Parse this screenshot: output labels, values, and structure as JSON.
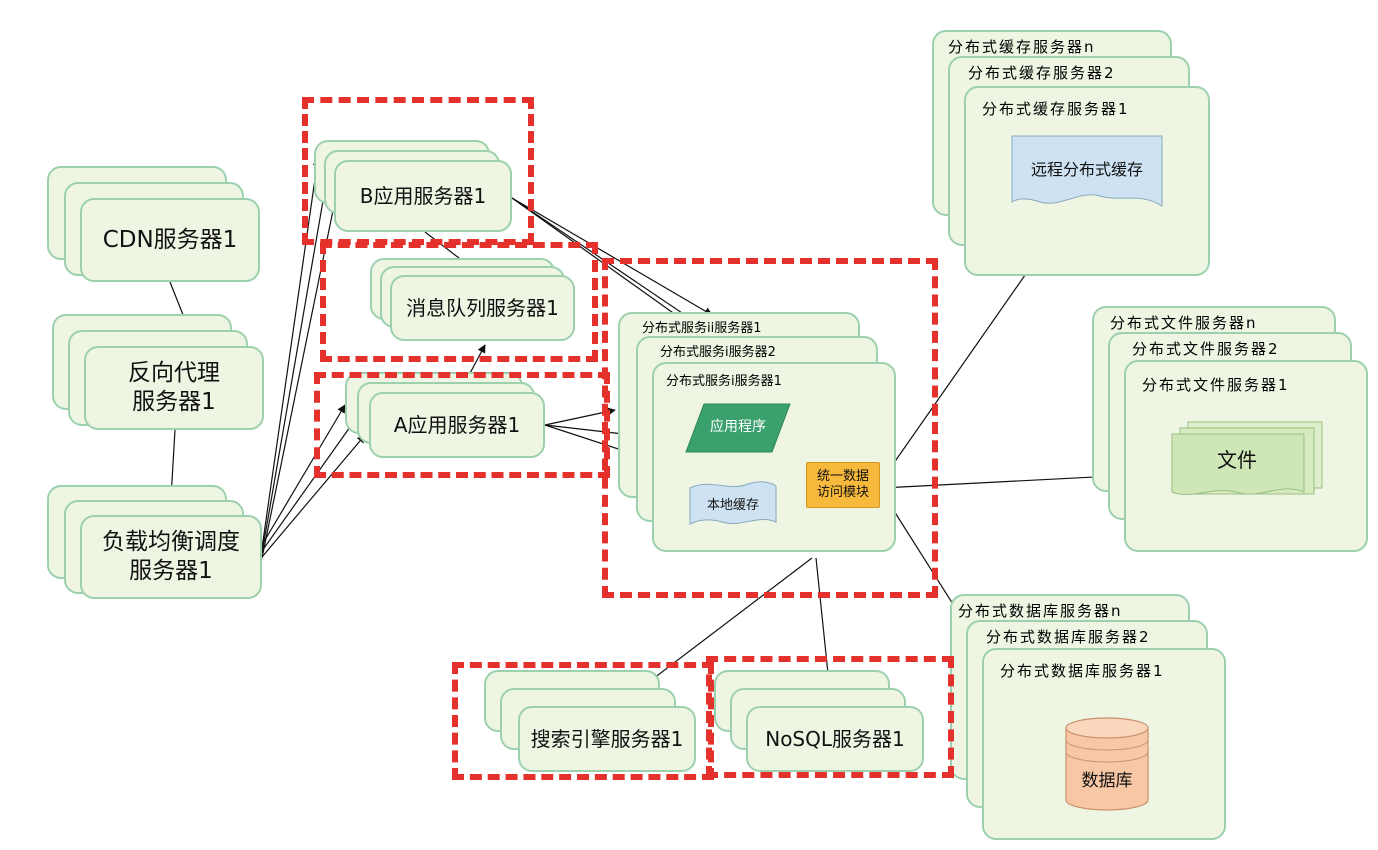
{
  "colors": {
    "box_fill": "#eef6e3",
    "box_border": "#9dd1ae",
    "dashed_red": "#e4312b",
    "app_program": "#3aa06d",
    "local_cache": "#cfe2f3",
    "data_module": "#f6b93b",
    "database": "#f8c7a5",
    "file": "#cfe7b7"
  },
  "nodes": {
    "cdn": "CDN服务器1",
    "reverse_proxy_l1": "反向代理",
    "reverse_proxy_l2": "服务器1",
    "load_balancer_l1": "负载均衡调度",
    "load_balancer_l2": "服务器1",
    "b_app": "B应用服务器1",
    "mq": "消息队列服务器1",
    "a_app": "A应用服务器1",
    "dist_ii": "分布式服务ii服务器1",
    "dist_i2": "分布式服务i服务器2",
    "dist_i1": "分布式服务i服务器1",
    "app_program": "应用程序",
    "local_cache": "本地缓存",
    "data_module_l1": "统一数据",
    "data_module_l2": "访问模块",
    "cache_n": "分布式缓存服务器n",
    "cache_2": "分布式缓存服务器2",
    "cache_1": "分布式缓存服务器1",
    "remote_cache": "远程分布式缓存",
    "file_n": "分布式文件服务器n",
    "file_2": "分布式文件服务器2",
    "file_1": "分布式文件服务器1",
    "file": "文件",
    "db_n": "分布式数据库服务器n",
    "db_2": "分布式数据库服务器2",
    "db_1": "分布式数据库服务器1",
    "database": "数据库",
    "search": "搜索引擎服务器1",
    "nosql": "NoSQL服务器1"
  }
}
